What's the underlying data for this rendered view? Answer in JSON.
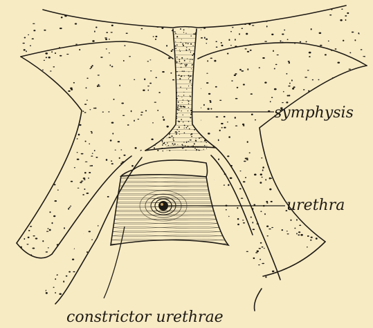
{
  "figure": {
    "background": "#f7ebc4",
    "ink": "#1e1a14",
    "labels": {
      "symphysis": "symphysis",
      "urethra": "urethra",
      "constrictor": "constrictor urethrae"
    }
  }
}
